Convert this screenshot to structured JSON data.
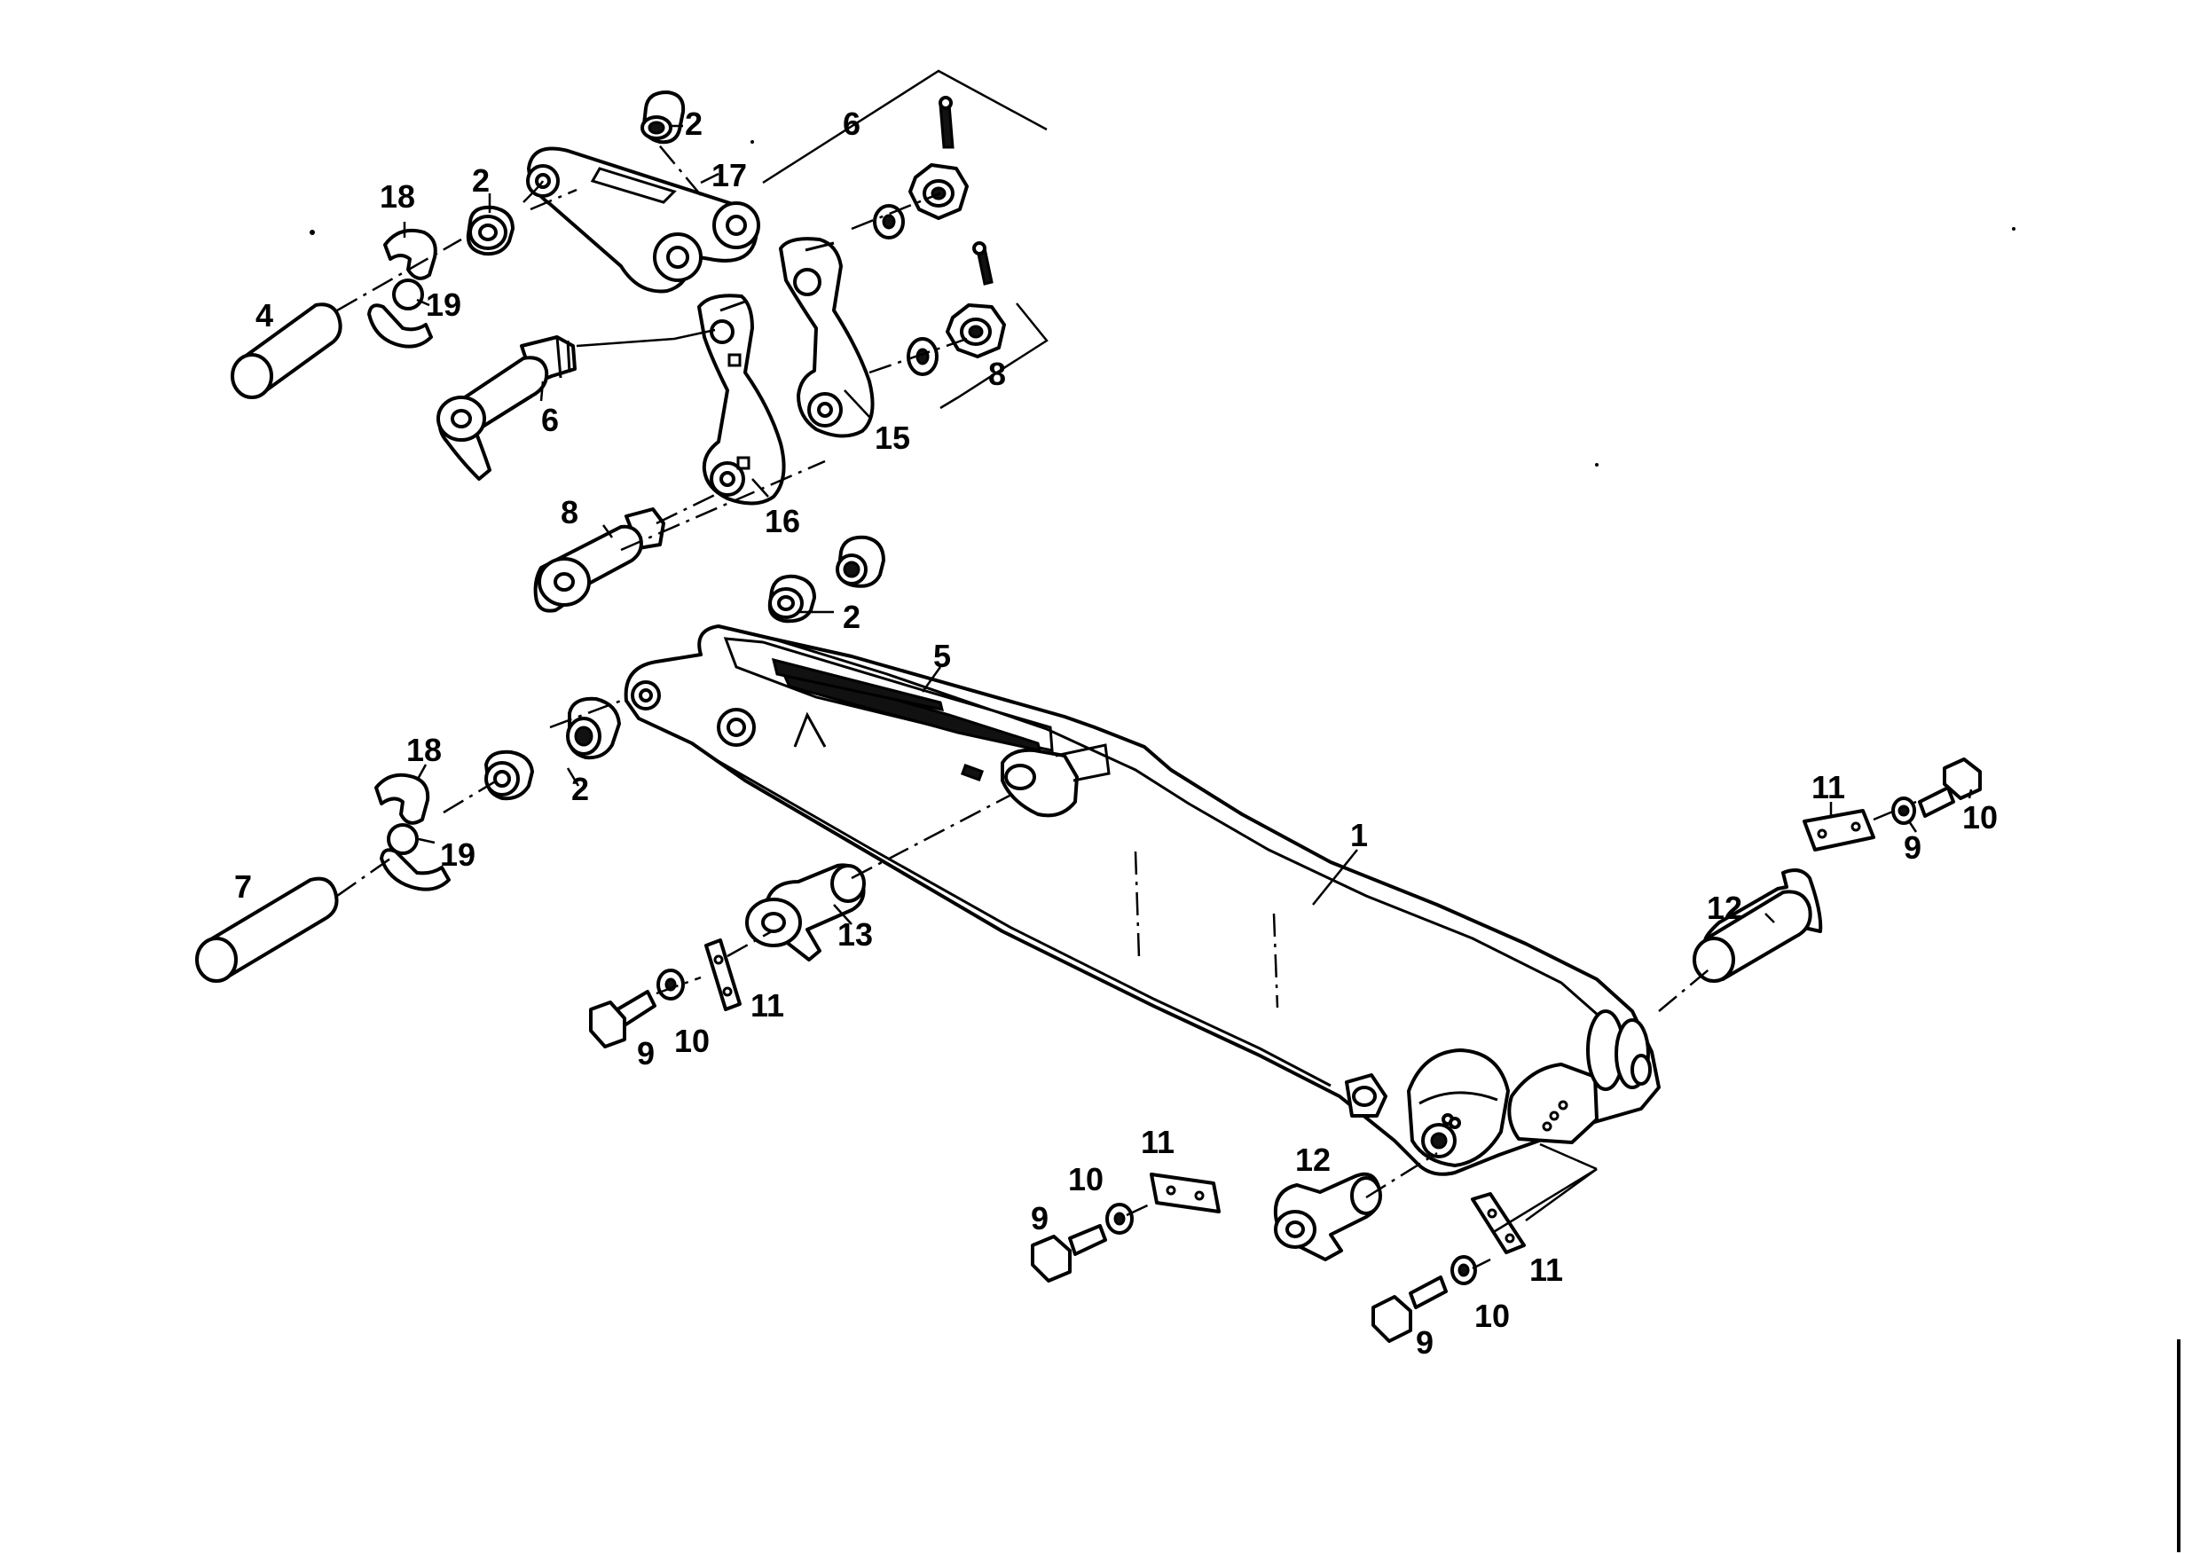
{
  "callouts": {
    "c2a": "2",
    "c17": "17",
    "c6a": "6",
    "c2b": "2",
    "c18a": "18",
    "c4": "4",
    "c19a": "19",
    "c6b": "6",
    "c8a": "8",
    "c15": "15",
    "c8b": "8",
    "c16": "16",
    "c2c": "2",
    "c5": "5",
    "c18b": "18",
    "c2d": "2",
    "c19b": "19",
    "c7": "7",
    "c13": "13",
    "c1": "1",
    "c11a": "11",
    "c9a": "9",
    "c10a": "10",
    "c12a": "12",
    "c11b": "11",
    "c9b": "9",
    "c10b": "10",
    "c11c": "11",
    "c10c": "10",
    "c9c": "9",
    "c12b": "12",
    "c11d": "11",
    "c9d": "9",
    "c10d": "10"
  }
}
